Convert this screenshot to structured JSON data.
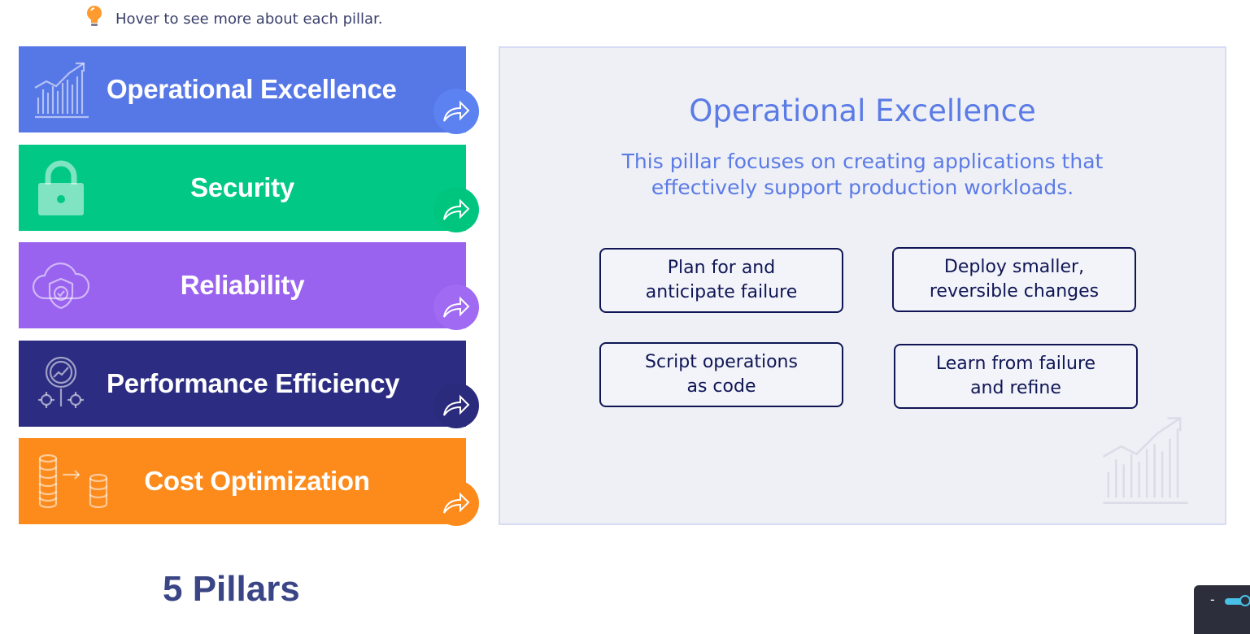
{
  "hint": {
    "text": "Hover to see more about each pillar.",
    "icon": "lightbulb-icon"
  },
  "pillars": [
    {
      "label": "Operational Excellence",
      "icon": "growth-chart-icon",
      "color": "#5677e6",
      "arrow_color": "#5b82f0"
    },
    {
      "label": "Security",
      "icon": "padlock-icon",
      "color": "#01c985",
      "arrow_color": "#00c57f"
    },
    {
      "label": "Reliability",
      "icon": "cloud-shield-icon",
      "color": "#9962ef",
      "arrow_color": "#a06af3"
    },
    {
      "label": "Performance Efficiency",
      "icon": "gauge-gears-icon",
      "color": "#2c2d82",
      "arrow_color": "#2a2b7c"
    },
    {
      "label": "Cost Optimization",
      "icon": "coin-stack-transfer-icon",
      "color": "#fd8b1c",
      "arrow_color": "#fd8b1c"
    }
  ],
  "detail": {
    "title": "Operational Excellence",
    "description": "This pillar focuses on creating applications that effectively support production workloads.",
    "principles": [
      "Plan for and\nanticipate failure",
      "Deploy smaller,\nreversible changes",
      "Script operations\nas code",
      "Learn from failure\nand refine"
    ],
    "watermark_icon": "growth-chart-icon"
  },
  "footer": {
    "title": "5 Pillars"
  },
  "widget": {
    "minus_label": "-"
  }
}
